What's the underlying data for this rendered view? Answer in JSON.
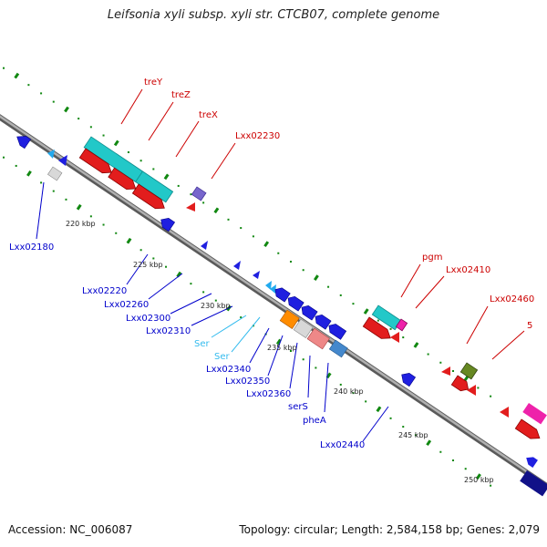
{
  "header": {
    "title": "Leifsonia xyli subsp. xyli str. CTCB07, complete genome"
  },
  "footer": {
    "accession": "Accession: NC_006087",
    "topology": "Topology: circular; Length: 2,584,158 bp; Genes: 2,079"
  },
  "ticks": {
    "t220": "220 kbp",
    "t225": "225 kbp",
    "t230": "230 kbp",
    "t235": "235 kbp",
    "t240": "240 kbp",
    "t245": "245 kbp",
    "t250": "250 kbp"
  },
  "labels": {
    "treY": "treY",
    "treZ": "treZ",
    "treX": "treX",
    "lxx02230": "Lxx02230",
    "pgm": "pgm",
    "lxx02410": "Lxx02410",
    "lxx02460": "Lxx02460",
    "five": "5",
    "lxx02180": "Lxx02180",
    "lxx02220": "Lxx02220",
    "lxx02260": "Lxx02260",
    "lxx02300": "Lxx02300",
    "lxx02310": "Lxx02310",
    "ser1": "Ser",
    "ser2": "Ser",
    "lxx02340": "Lxx02340",
    "lxx02350": "Lxx02350",
    "lxx02360": "Lxx02360",
    "serS": "serS",
    "pheA": "pheA",
    "lxx02440": "Lxx02440"
  },
  "colors": {
    "forward_label": "#cc0000",
    "reverse_label": "#0000cc",
    "trna_label": "#33bbee",
    "backbone": "#808080",
    "tick_green": "#118811"
  }
}
